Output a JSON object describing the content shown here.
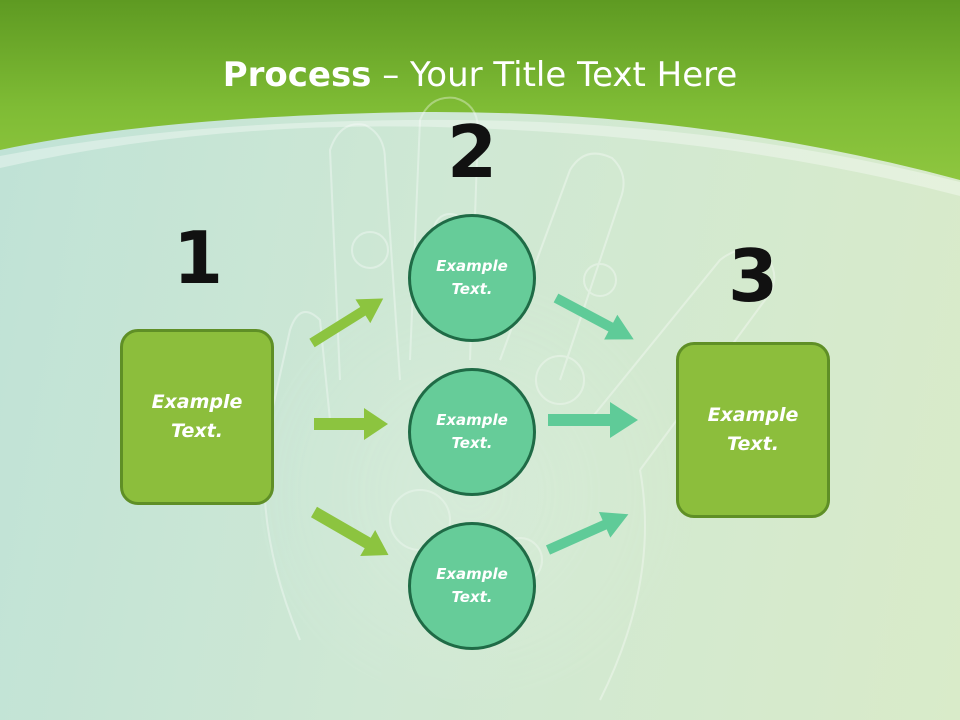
{
  "title": {
    "bold": "Process",
    "rest": " – Your Title Text Here"
  },
  "steps": [
    {
      "number": "1"
    },
    {
      "number": "2"
    },
    {
      "number": "3"
    }
  ],
  "start_box": {
    "text": "Example\nText."
  },
  "circles": [
    {
      "text": "Example\nText."
    },
    {
      "text": "Example\nText."
    },
    {
      "text": "Example\nText."
    }
  ],
  "end_box": {
    "text": "Example\nText."
  },
  "colors": {
    "header_green": "#7bb832",
    "box_green": "#8cbe3c",
    "box_border": "#5f8f26",
    "circle_fill": "#66cc99",
    "circle_border": "#1f6b46",
    "arrow_left": "#8cc43f",
    "arrow_right": "#5fcb98"
  }
}
